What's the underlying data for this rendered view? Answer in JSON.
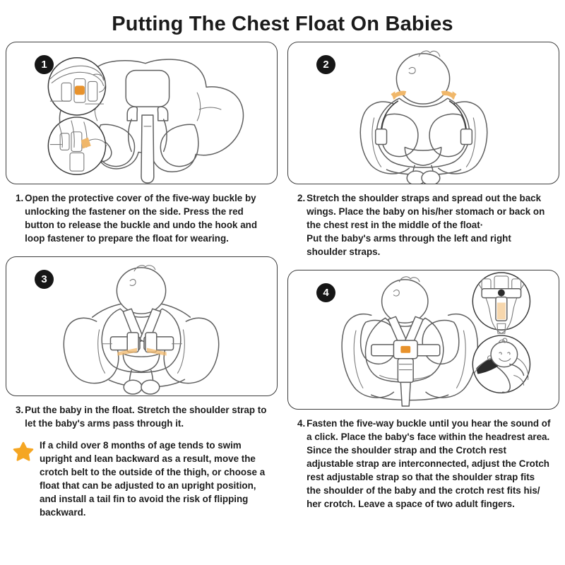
{
  "header": {
    "title": "Putting The Chest Float On Babies"
  },
  "colors": {
    "accent_orange": "#e8922b",
    "star_orange": "#f5a623",
    "badge_dark": "#161616",
    "line_gray": "#5f5f5f",
    "border": "#3d3d3d",
    "background": "#ffffff",
    "text": "#1d1d1d"
  },
  "steps": [
    {
      "number": "1",
      "badge_label": "1",
      "marker": "1.",
      "text": "Open the protective cover of the five-way buckle by unlocking  the  fastener on the side.  Press the red button to release the  buckle and undo the hook and loop fastener to prepare the float for wearing.",
      "illustration": "float-vest-with-buckle-detail-circles"
    },
    {
      "number": "2",
      "badge_label": "2",
      "marker": "2.",
      "text": "Stretch the shoulder straps and spread out the back wings. Place the baby on his/her stomach or back on the chest rest in the middle of the float·",
      "text2": "Put the baby's arms through the left and right shoulder straps.",
      "illustration": "baby-on-float-with-spread-wings"
    },
    {
      "number": "3",
      "badge_label": "3",
      "marker": "3.",
      "text": "Put the baby in the float. Stretch the shoulder strap to let the baby's arms pass through it.",
      "illustration": "baby-in-float-shoulder-straps"
    },
    {
      "number": "4",
      "badge_label": "4",
      "marker": "4.",
      "text": "Fasten the five-way buckle until you hear the sound of a click. Place the baby's face within the headrest area. Since the shoulder strap and the Crotch rest adjustable strap are interconnected, adjust the Crotch rest adjustable strap so that the shoulder strap fits the shoulder of the baby  and the crotch rest fits his/ her crotch. Leave a space of two adult fingers.",
      "illustration": "baby-buckled-with-detail-insets"
    }
  ],
  "note": {
    "icon": "star-icon",
    "text": "If a child over 8 months of age tends to swim upright and lean backward as a result, move the crotch belt to the outside of the thigh, or choose a float that can be adjusted to an upright position, and install a tail fin to avoid the risk of flipping backward."
  }
}
